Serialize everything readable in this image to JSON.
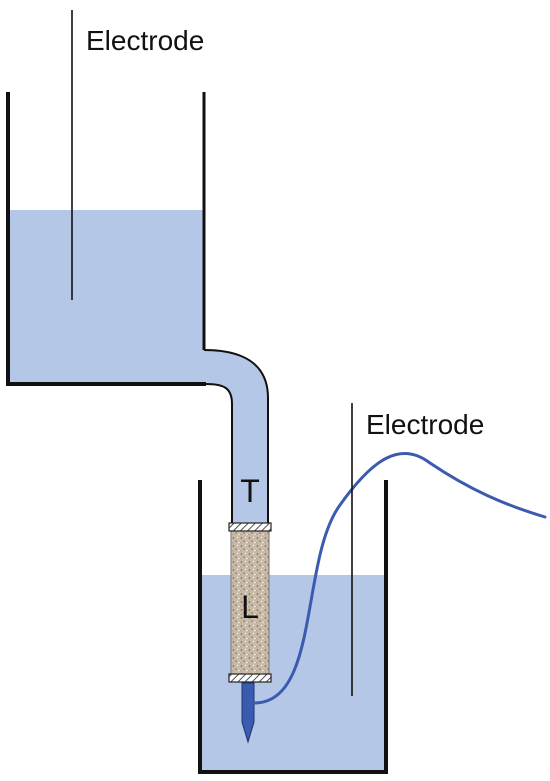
{
  "labels": {
    "electrode_top": "Electrode",
    "electrode_bottom": "Electrode",
    "tube_section": "T",
    "sample_section": "L"
  },
  "colors": {
    "water": "#b4c7e7",
    "outline": "#111111",
    "wire": "#3a5bb0",
    "sample": "#c4b5a3"
  }
}
